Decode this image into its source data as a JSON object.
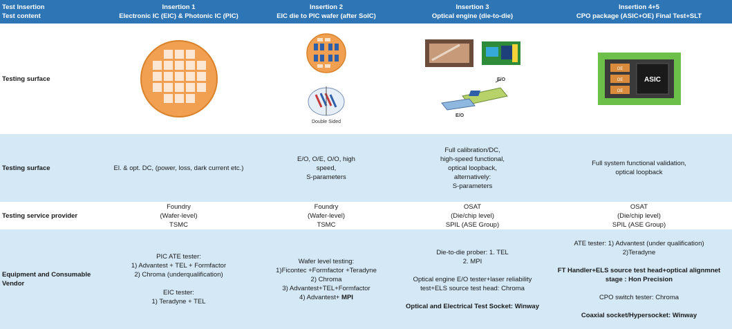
{
  "header": {
    "col0": [
      "Test Insertion",
      "Test content"
    ],
    "col1": [
      "Insertion 1",
      "Electronic IC (EIC) & Photonic IC (PIC)"
    ],
    "col2": [
      "Insertion 2",
      "EIC die to PIC wafer (after SoIC)"
    ],
    "col3": [
      "Insertion 3",
      "Optical engine (die-to-die)"
    ],
    "col4": [
      "Insertion 4+5",
      "CPO package (ASIC+OE) Final Test+SLT"
    ]
  },
  "rows": {
    "surface_img_label": "Testing surface",
    "surface_text_label": "Testing surface",
    "provider_label": "Testing service provider",
    "vendor_label": "Equipment and Consumable Vendor"
  },
  "images": {
    "double_sided_caption": "Double Sided",
    "eo_label_top": "E/O",
    "eo_label_bottom": "E/O",
    "asic_label": "ASIC",
    "oe_label": "OE"
  },
  "surface_text": {
    "col1": [
      "El. & opt. DC, (power, loss, dark current etc.)"
    ],
    "col2": [
      "E/O, O/E, O/O, high",
      "speed,",
      "S-parameters"
    ],
    "col3": [
      "Full calibration/DC,",
      "high-speed functional,",
      "optical loopback,",
      "alternatively:",
      "S-parameters"
    ],
    "col4": [
      "Full system functional validation,",
      "optical loopback"
    ]
  },
  "provider": {
    "col1": [
      "Foundry",
      "(Wafer-level)",
      "TSMC"
    ],
    "col2": [
      "Foundry",
      "(Wafer-level)",
      "TSMC"
    ],
    "col3": [
      "OSAT",
      "(Die/chip level)",
      "SPIL (ASE Group)"
    ],
    "col4": [
      "OSAT",
      "(Die/chip level)",
      "SPIL (ASE Group)"
    ]
  },
  "vendor": {
    "col1": [
      "PIC ATE tester:",
      "1) Advantest + TEL + Formfactor",
      "2) Chroma (underqualification)",
      "EIC tester:",
      "1) Teradyne + TEL"
    ],
    "col2": [
      "Wafer level testing:",
      "1)Ficontec +Formfactor +Teradyne",
      "2) Chroma",
      "3) Advantest+TEL+Formfactor",
      "4) Advantest+ ",
      "MPI"
    ],
    "col3": [
      "Die-to-die prober: 1. TEL",
      "2. MPI",
      "Optical engine E/O tester+laser reliability",
      "test+ELS source test head: Chroma",
      "Optical and Electrical Test Socket: Winway"
    ],
    "col4": [
      "ATE tester: 1) Advantest  (under qualification)",
      "2)Teradyne",
      "FT Handler+ELS source test head+optical alignmnet",
      "stage : Hon Precision",
      "CPO switch tester: Chroma",
      "Coaxial socket/Hypersocket: Winway"
    ]
  },
  "colors": {
    "header_bg": "#2e75b6",
    "band_bg": "#d4e8f6",
    "wafer_orange": "#f0a050",
    "asic_green": "#6cc04a"
  }
}
